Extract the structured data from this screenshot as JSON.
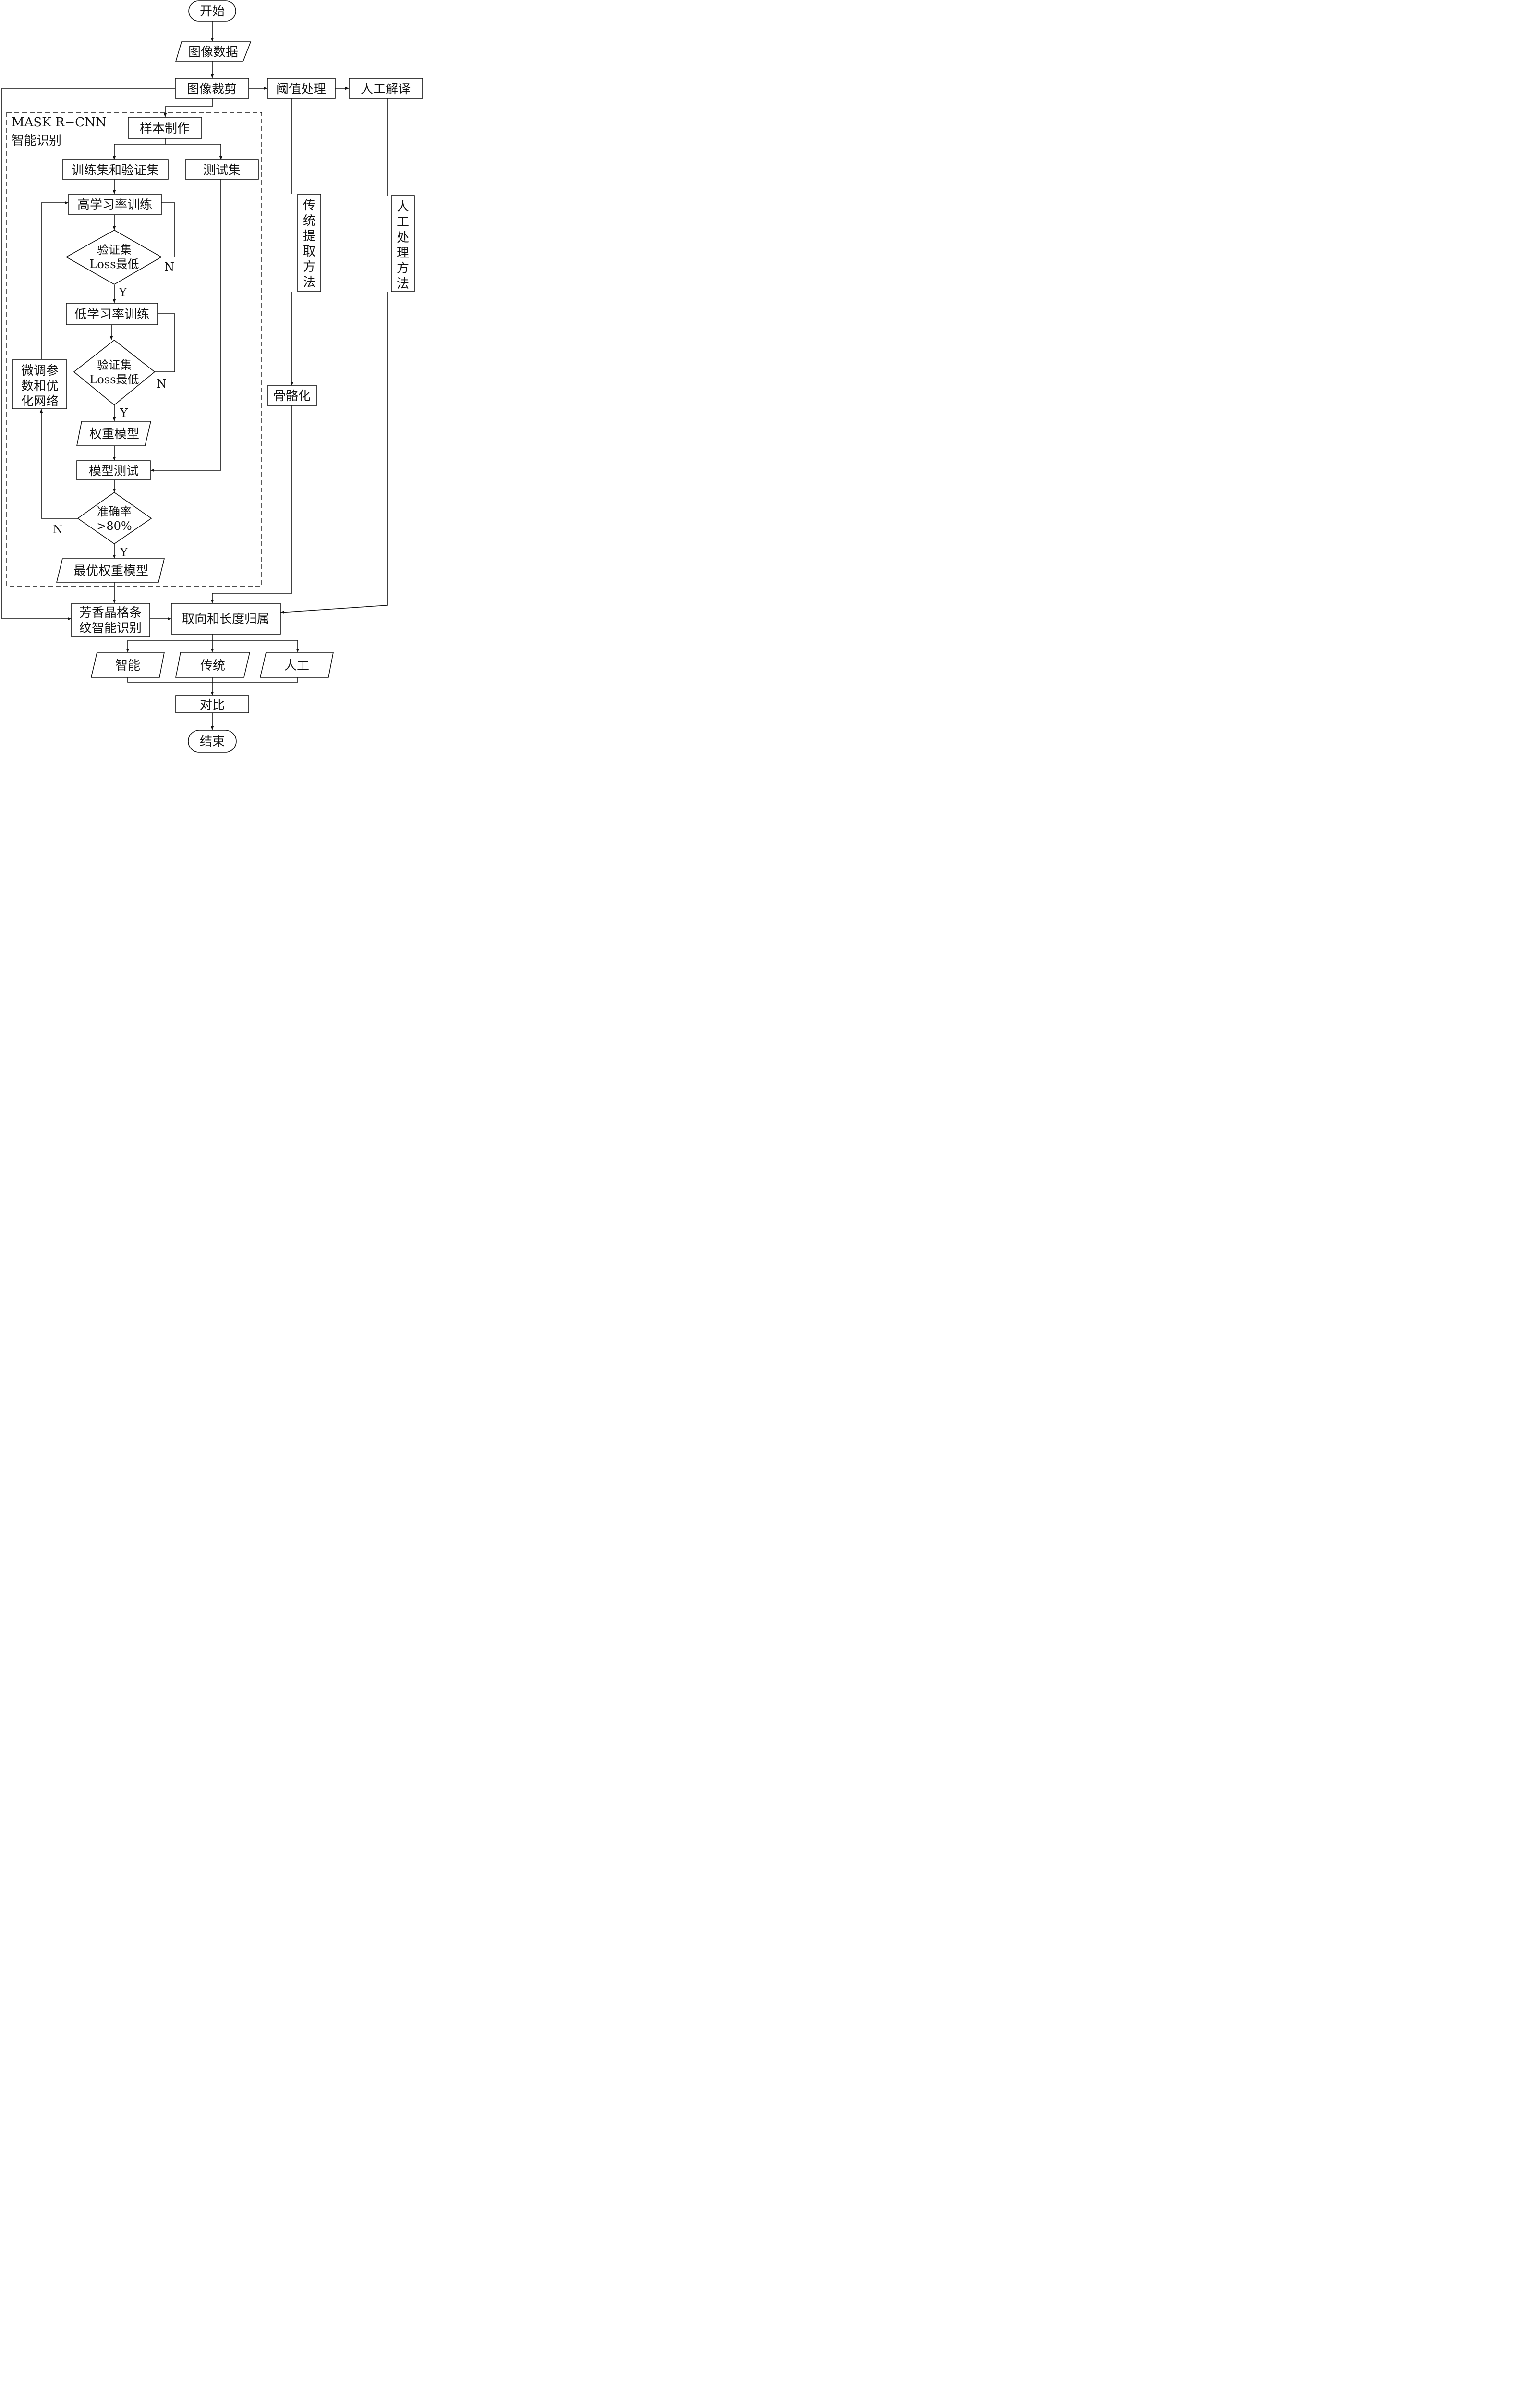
{
  "nodes": {
    "start": "开始",
    "image_data": "图像数据",
    "image_crop": "图像裁剪",
    "threshold": "阈值处理",
    "manual_interpret": "人工解译",
    "group_title": "MASK R−CNN",
    "group_subtitle": "智能识别",
    "sample_making": "样本制作",
    "train_val_set": "训练集和验证集",
    "test_set": "测试集",
    "high_lr_train": "高学习率训练",
    "val_loss_1_line1": "验证集",
    "val_loss_1_line2": "Loss最低",
    "low_lr_train": "低学习率训练",
    "val_loss_2_line1": "验证集",
    "val_loss_2_line2": "Loss最低",
    "finetune_line1": "微调参",
    "finetune_line2": "数和优",
    "finetune_line3": "化网络",
    "weight_model": "权重模型",
    "model_test": "模型测试",
    "accuracy_line1": "准确率",
    "accuracy_line2": ">80%",
    "best_weight_model": "最优权重模型",
    "traditional_method": [
      "传",
      "统",
      "提",
      "取",
      "方",
      "法"
    ],
    "manual_method": [
      "人",
      "工",
      "处",
      "理",
      "方",
      "法"
    ],
    "skeletonize": "骨骼化",
    "aroma_line1": "芳香晶格条",
    "aroma_line2": "纹智能识别",
    "orientation_length": "取向和长度归属",
    "out_smart": "智能",
    "out_traditional": "传统",
    "out_manual": "人工",
    "compare": "对比",
    "end": "结束"
  },
  "labels": {
    "n1": "N",
    "y1": "Y",
    "n2": "N",
    "y2": "Y",
    "n3": "N",
    "y3": "Y"
  }
}
